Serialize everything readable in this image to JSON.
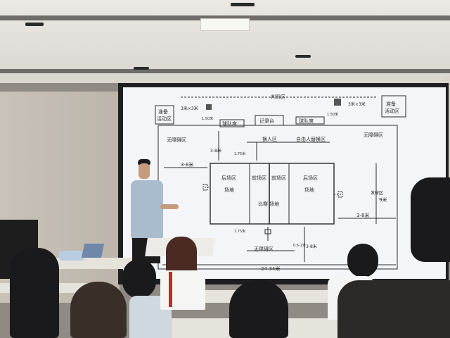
{
  "diagram": {
    "labels": {
      "referee_zone": "判罚区",
      "reserve_left": [
        "准备",
        "活动区"
      ],
      "reserve_right": [
        "准备",
        "活动区"
      ],
      "size_3x3_left": "3米×3米",
      "size_3x3_right": "3米×3米",
      "dim_150_left": "1.50米",
      "dim_150_right": "1.50米",
      "team_bench_left": "球队席",
      "team_bench_right": "球队席",
      "scorer_table": "记录台",
      "free_zone_top_left": "无障碍区",
      "free_zone_top_right": "无障碍区",
      "free_zone_bottom": "无障碍区",
      "substitution_zone": "换人区",
      "libero_zone": "自由人替换区",
      "back_court_left": "后场区",
      "front_court_left": "前场区",
      "front_court_right": "前场区",
      "back_court_right": "后场区",
      "court_label_left": "场地",
      "court_label_center": "比赛  场地",
      "court_label_right": "场地",
      "dim_3_8_top": "3-8米",
      "dim_3_8_left": "3-8米",
      "dim_3_8_right": "3-8米",
      "dim_3_8_bottom": "3-8米",
      "dim_175_top": "1.75米",
      "dim_175_bottom": "1.75米",
      "dim_05_1": "0.5-1米",
      "width_9m": "9米",
      "width_9m_label": "发球区",
      "total_length": "24-34米"
    }
  },
  "colors": {
    "screen_bg": "#f4f5f8",
    "line": "#2a2a2a"
  }
}
